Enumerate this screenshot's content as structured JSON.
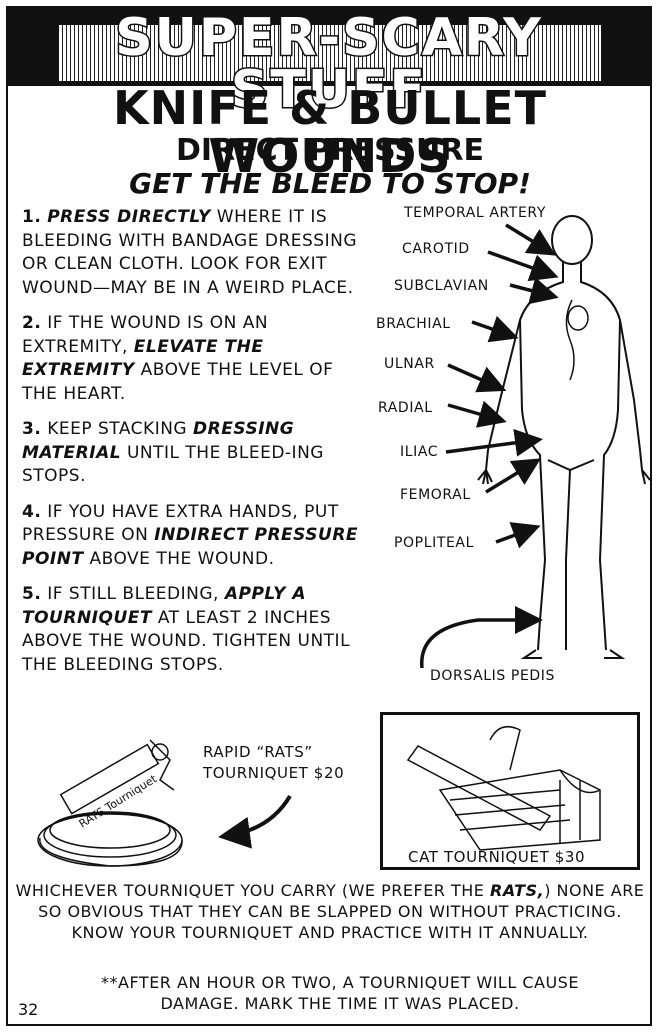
{
  "banner_title": "SUPER-SCARY STUFF",
  "title": "KNIFE & BULLET WOUNDS",
  "subtitle": "DIRECT PRESSURE",
  "tagline": "GET THE BLEED TO STOP!",
  "steps": [
    {
      "num": "1.",
      "emph": "PRESS DIRECTLY",
      "rest": " WHERE IT IS BLEEDING WITH BANDAGE DRESSING OR CLEAN CLOTH. LOOK FOR EXIT WOUND—MAY BE IN A WEIRD PLACE."
    },
    {
      "num": "2.",
      "pre": " IF THE WOUND IS ON AN EXTREMITY, ",
      "emph": "ELEVATE THE EXTREMITY",
      "rest": " ABOVE THE LEVEL OF THE HEART."
    },
    {
      "num": "3.",
      "pre": " KEEP STACKING ",
      "emph": "DRESSING MATERIAL",
      "rest": " UNTIL THE BLEED-ING STOPS."
    },
    {
      "num": "4.",
      "pre": " IF YOU HAVE EXTRA HANDS, PUT PRESSURE ON ",
      "emph": "INDIRECT PRESSURE POINT",
      "rest": " ABOVE THE WOUND."
    },
    {
      "num": "5.",
      "pre": " IF STILL BLEEDING, ",
      "emph": "APPLY A TOURNIQUET",
      "rest": " AT LEAST 2 INCHES ABOVE THE WOUND. TIGHTEN UNTIL THE BLEEDING STOPS."
    }
  ],
  "arteries": [
    "TEMPORAL ARTERY",
    "CAROTID",
    "SUBCLAVIAN",
    "BRACHIAL",
    "ULNAR",
    "RADIAL",
    "ILIAC",
    "FEMORAL",
    "POPLITEAL",
    "DORSALIS PEDIS"
  ],
  "rats_label_line1": "RAPID “RATS”",
  "rats_label_line2": "TOURNIQUET $20",
  "rats_strap_text": "RATS Tourniquet",
  "cat_label": "CAT TOURNIQUET $30",
  "note_pre": "WHICHEVER TOURNIQUET YOU CARRY (WE PREFER THE ",
  "note_emph": "RATS,",
  "note_post": ") NONE ARE SO OBVIOUS THAT THEY CAN BE SLAPPED ON WITHOUT PRACTICING. KNOW YOUR TOURNIQUET AND PRACTICE WITH IT ANNUALLY.",
  "warning": "**AFTER AN HOUR OR TWO, A TOURNIQUET WILL CAUSE DAMAGE. MARK THE TIME IT WAS PLACED.",
  "page_number": "32"
}
